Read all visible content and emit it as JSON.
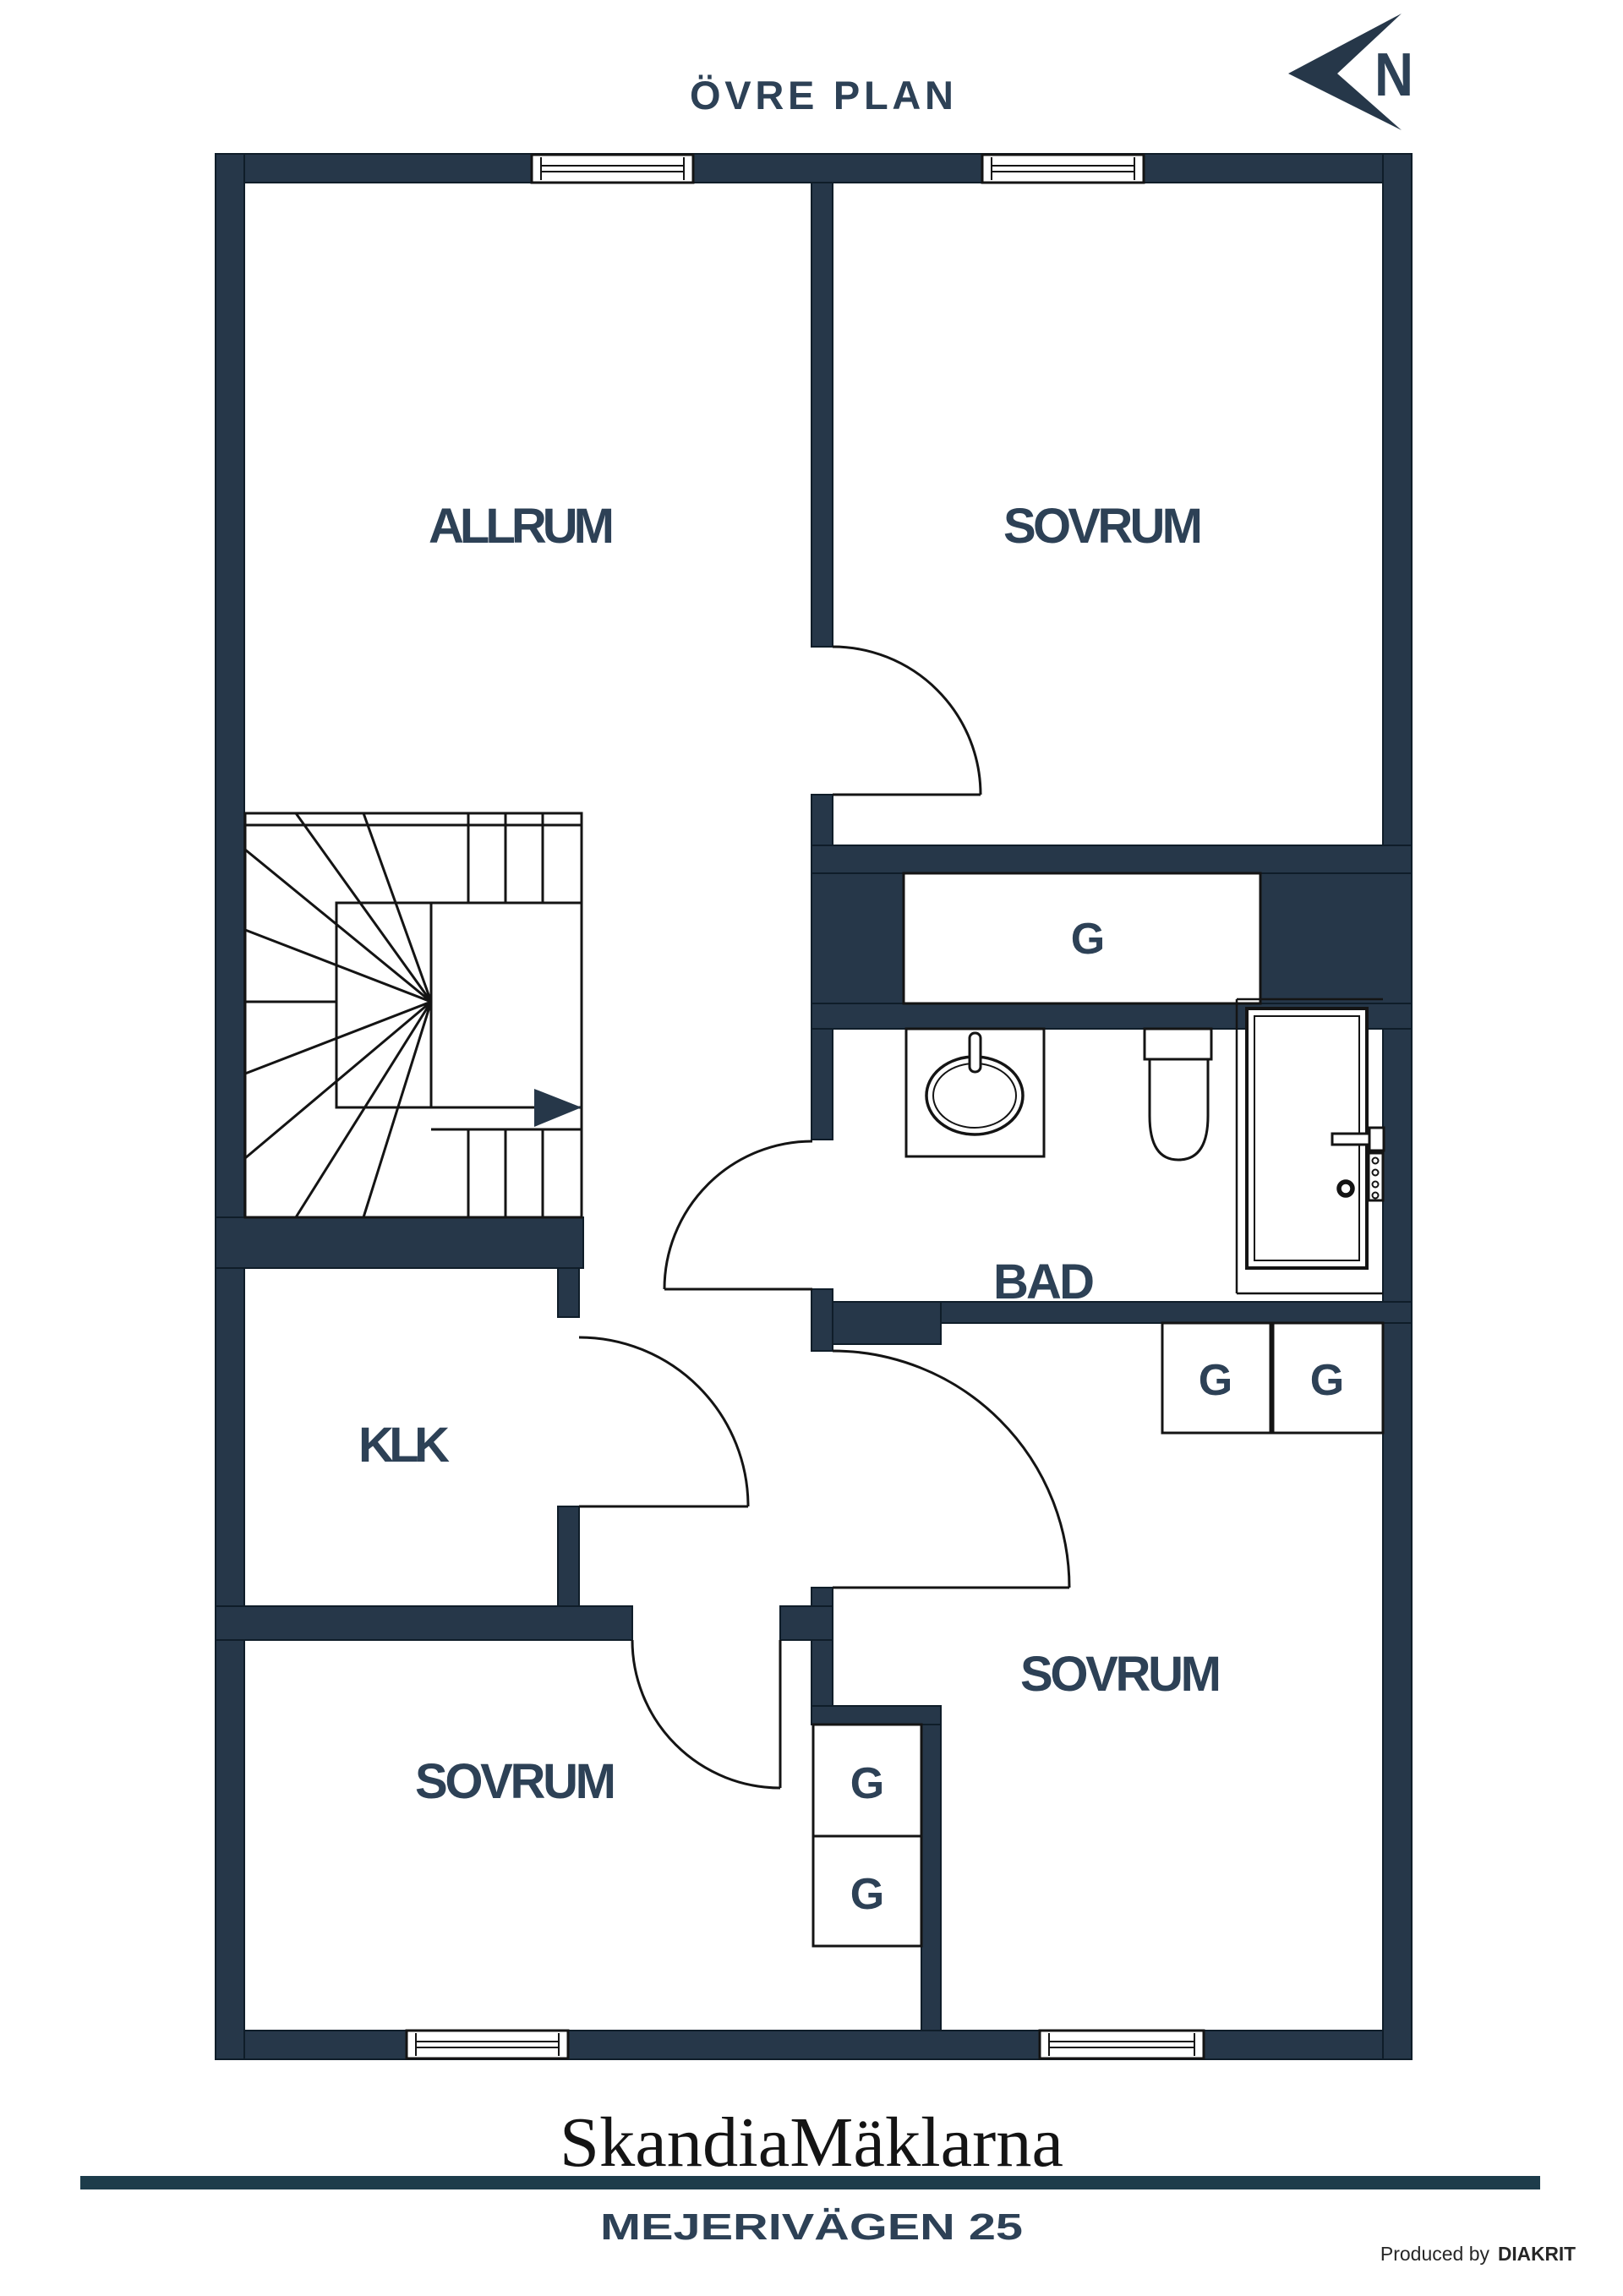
{
  "title": "ÖVRE PLAN",
  "compass": {
    "label": "N"
  },
  "rooms": {
    "allrum": "ALLRUM",
    "sovrum_top_right": "SOVRUM",
    "bad": "BAD",
    "klk": "KLK",
    "sovrum_bottom_left": "SOVRUM",
    "sovrum_bottom_right": "SOVRUM"
  },
  "closets": {
    "bad": "G",
    "mid_right_1": "G",
    "mid_right_2": "G",
    "bottom_1": "G",
    "bottom_2": "G"
  },
  "footer": {
    "brand": "SkandiaMäklarna",
    "address": "MEJERIVÄGEN 25",
    "credit_prefix": "Produced by",
    "credit_brand": "DIAKRIT"
  },
  "colors": {
    "wall": "#263749",
    "label": "#2d4156",
    "line": "#141414",
    "bar": "#1d3c4b",
    "logo": "#141414",
    "credit": "#262626"
  }
}
